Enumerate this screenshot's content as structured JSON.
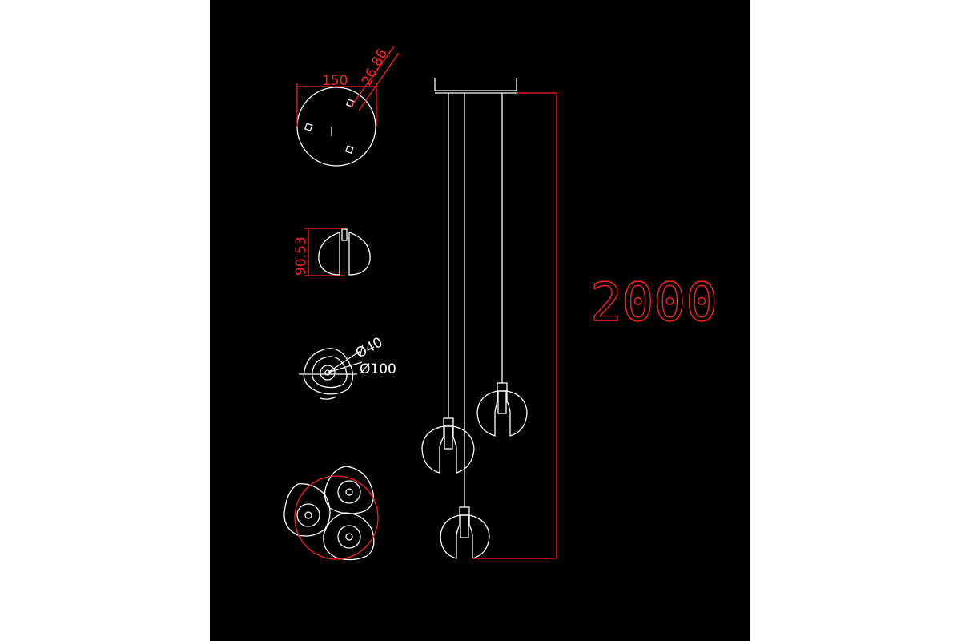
{
  "colors": {
    "page": "#ffffff",
    "canvas": "#000000",
    "line": "#ffffff",
    "dimension": "#ff2020"
  },
  "dimensions": {
    "canopy_diameter": "150",
    "screw_offset": "26.86",
    "shade_height": "90.53",
    "inner_diameter": "Ø40",
    "outer_diameter": "Ø100",
    "total_drop": "2000"
  }
}
